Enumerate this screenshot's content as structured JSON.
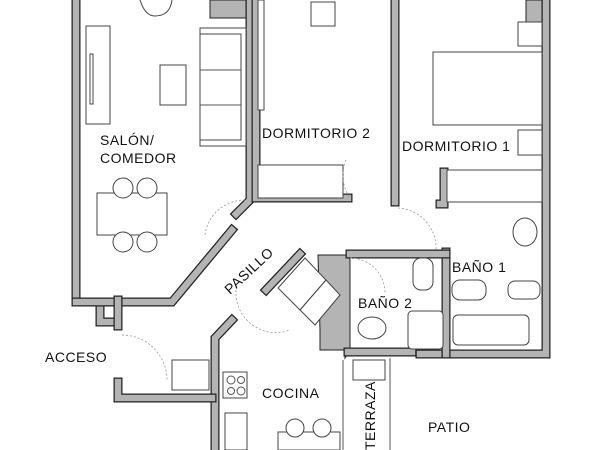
{
  "rooms": {
    "salon_line1": "SALÓN/",
    "salon_line2": "COMEDOR",
    "dormitorio2": "DORMITORIO  2",
    "dormitorio1": "DORMITORIO  1",
    "pasillo": "PASILLO",
    "bano1": "BAÑO  1",
    "bano2": "BAÑO  2",
    "acceso": "ACCESO",
    "cocina": "COCINA",
    "terraza": "TERRAZA",
    "patio": "PATIO"
  },
  "colors": {
    "wall_fill": "#b4b4b4",
    "wall_outline": "#222222",
    "background": "#ffffff"
  }
}
